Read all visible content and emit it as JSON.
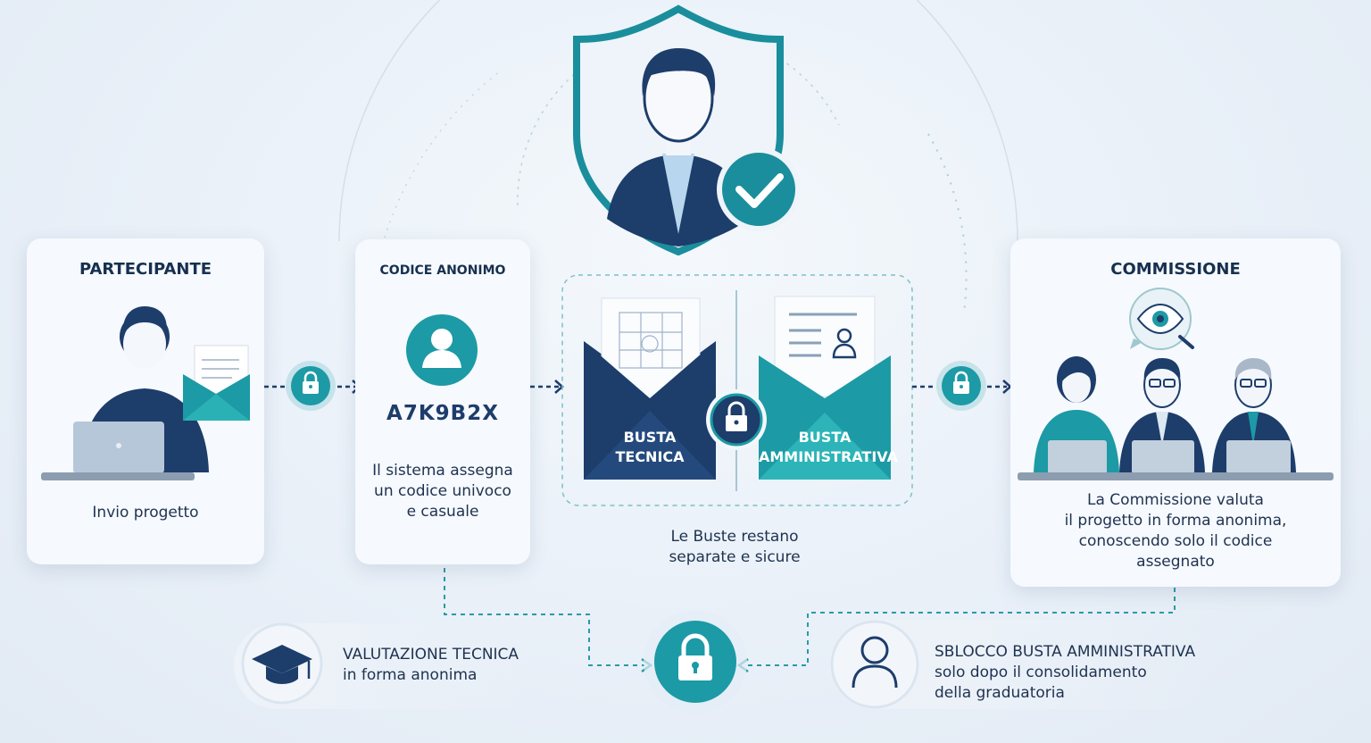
{
  "colors": {
    "navy": "#1d3d6b",
    "teal": "#1c9aa5",
    "light_teal": "#2bb3b8",
    "text": "#1e3250"
  },
  "participant": {
    "title": "PARTECIPANTE",
    "caption": "Invio progetto"
  },
  "code": {
    "title": "CODICE ANONIMO",
    "value": "A7K9B2X",
    "caption_lines": [
      "Il sistema assegna",
      "un codice univoco",
      "e casuale"
    ]
  },
  "envelopes": {
    "tech_lines": [
      "BUSTA",
      "TECNICA"
    ],
    "admin_lines": [
      "BUSTA",
      "AMMINISTRATIVA"
    ],
    "caption_lines": [
      "Le Buste restano",
      "separate e sicure"
    ]
  },
  "commission": {
    "title": "COMMISSIONE",
    "caption_lines": [
      "La Commissione valuta",
      "il progetto in forma anonima,",
      "conoscendo solo il codice",
      "assegnato"
    ]
  },
  "bottom": {
    "left": {
      "title": "VALUTAZIONE TECNICA",
      "subtitle": "in forma anonima"
    },
    "right": {
      "title": "SBLOCCO BUSTA AMMINISTRATIVA",
      "lines": [
        "solo dopo il consolidamento",
        "della graduatoria"
      ]
    }
  }
}
